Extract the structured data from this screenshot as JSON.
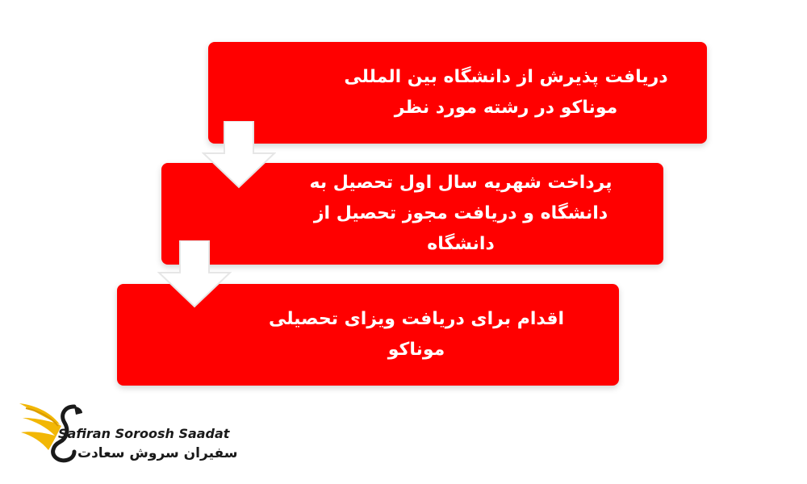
{
  "steps": [
    {
      "text": "دریافت پذیرش از دانشگاه بین المللی\nموناکو در رشته مورد نظر"
    },
    {
      "text": "پرداخت شهریه سال اول تحصیل به\nدانشگاه و دریافت مجوز تحصیل از\nدانشگاه"
    },
    {
      "text": "اقدام برای دریافت ویزای تحصیلی\nموناکو"
    }
  ],
  "brand": {
    "name_en": "Safiran Soroosh Saadat",
    "name_fa": "سفیران سروش سعادت"
  },
  "colors": {
    "box": "#ff0000",
    "text": "#ffffff",
    "arrow_fill": "#ffffff",
    "logo_gold": "#f2b705",
    "logo_dark": "#1a1a1a"
  }
}
